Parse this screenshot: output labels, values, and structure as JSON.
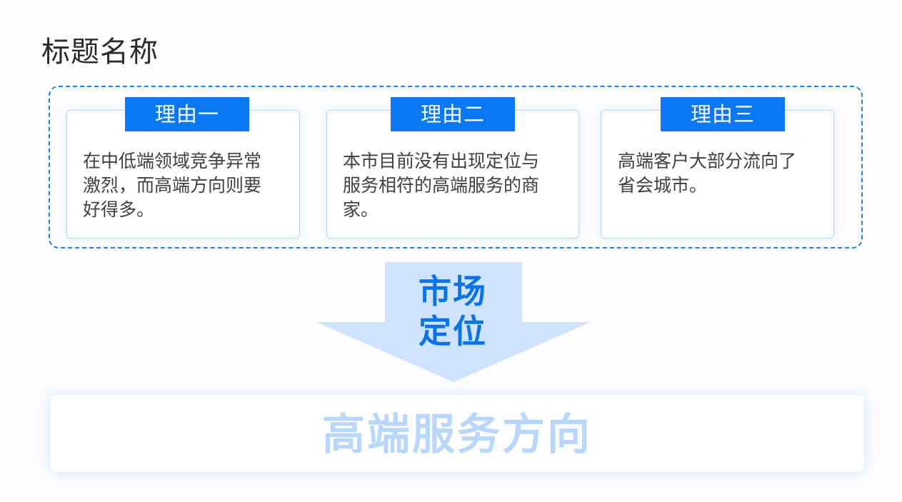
{
  "title": "标题名称",
  "reasons": [
    {
      "label": "理由一",
      "lines": [
        "在中低端领域竞争异常",
        "激烈，而高端方向则要",
        "好得多。"
      ]
    },
    {
      "label": "理由二",
      "lines": [
        "本市目前没有出现定位与",
        "服务相符的高端服务的商",
        "家。"
      ]
    },
    {
      "label": "理由三",
      "lines": [
        "高端客户大部分流向了",
        "省会城市。"
      ]
    }
  ],
  "arrow": {
    "line1": "市场",
    "line2": "定位"
  },
  "result": "高端服务方向",
  "colors": {
    "accent": "#0a78f5",
    "dashed_border": "#1e7ef0",
    "arrow_fill": "#cfe3fd",
    "arrow_text": "#0a72ea",
    "result_text": "#b9d7fb"
  }
}
